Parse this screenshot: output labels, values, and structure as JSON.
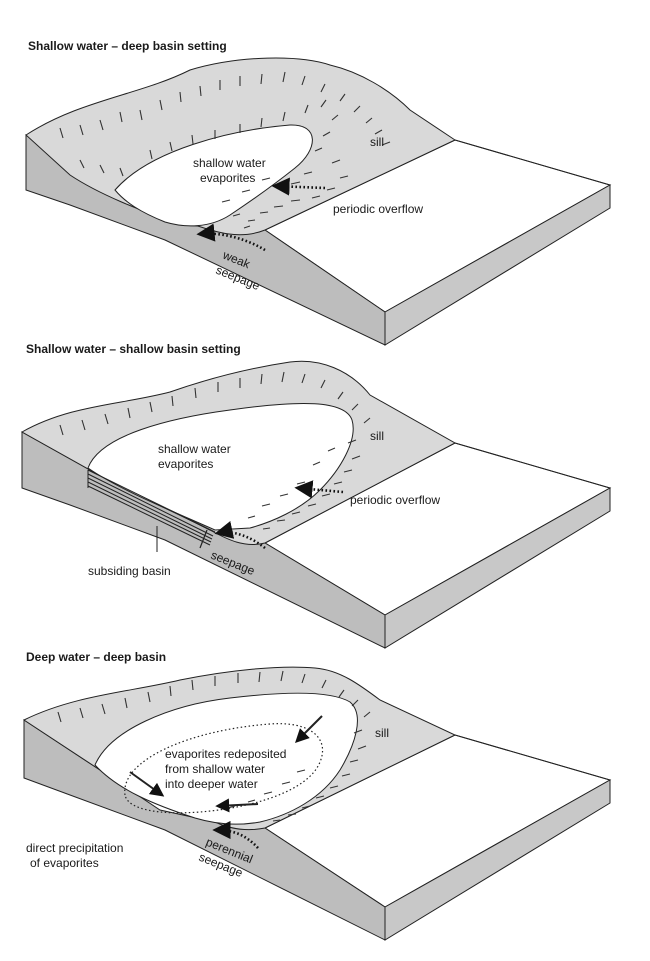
{
  "panels": [
    {
      "title": "Shallow water – deep basin setting",
      "labels": {
        "sill": "sill",
        "evaporites": [
          "shallow water",
          "evaporites"
        ],
        "overflow": "periodic overflow",
        "seepage": [
          "weak",
          "seepage"
        ]
      }
    },
    {
      "title": "Shallow water – shallow basin setting",
      "labels": {
        "sill": "sill",
        "evaporites": [
          "shallow water",
          "evaporites"
        ],
        "overflow": "periodic overflow",
        "seepage": "seepage",
        "basin": "subsiding basin"
      }
    },
    {
      "title": "Deep water – deep basin",
      "labels": {
        "sill": "sill",
        "redeposited": [
          "evaporites redeposited",
          "from shallow water",
          "into deeper water"
        ],
        "precipitation": [
          "direct precipitation",
          "of evaporites"
        ],
        "seepage": [
          "perennial",
          "seepage"
        ]
      }
    }
  ]
}
